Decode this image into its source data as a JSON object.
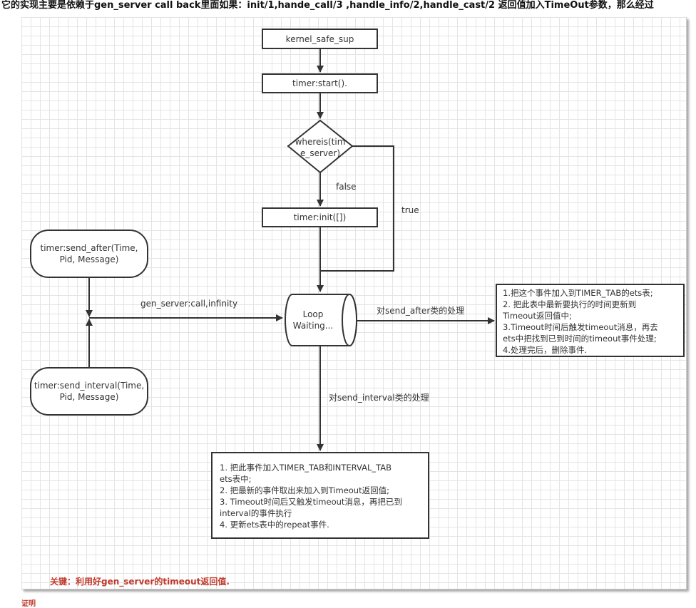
{
  "header": {
    "text": "它的实现主要是依赖于gen_server call back里面如果：init/1,hande_call/3 ,handle_info/2,handle_cast/2 返回值加入TimeOut参数，那么经过"
  },
  "diagram": {
    "nodes": {
      "kernel_safe_sup": "kernel_safe_sup",
      "timer_start": "timer:start().",
      "whereis_line1": "whereis(tim",
      "whereis_line2": "e_server)",
      "timer_init": "timer:init([])",
      "send_after_line1": "timer:send_after(Time,",
      "send_after_line2": "Pid, Message)",
      "send_interval_line1": "timer:send_interval(Time,",
      "send_interval_line2": "Pid, Message)",
      "loop_line1": "Loop",
      "loop_line2": "Waiting..."
    },
    "edge_labels": {
      "false": "false",
      "true": "true",
      "gen_server_call": "gen_server:call,infinity",
      "send_after_handling": "对send_after类的处理",
      "send_interval_handling": "对send_interval类的处理"
    },
    "after_note": [
      "1.把这个事件加入到TIMER_TAB的ets表;",
      "2. 把此表中最新要执行的时间更新到",
      "Timeout返回值中;",
      "3.Timeout时间后触发timeout消息，再去",
      "ets中把找到已到时间的timeout事件处理;",
      "4.处理完后，删除事件."
    ],
    "interval_note": [
      "1. 把此事件加入TIMER_TAB和INTERVAL_TAB",
      "ets表中;",
      "2. 把最新的事件取出来加入到Timeout返回值;",
      "3. Timeout时间后又触发timeout消息，再把已到",
      "interval的事件执行",
      "4. 更新ets表中的repeat事件."
    ],
    "key_text": "关键：利用好gen_server的timeout返回值."
  },
  "footer": {
    "red_fragment": "证明"
  }
}
